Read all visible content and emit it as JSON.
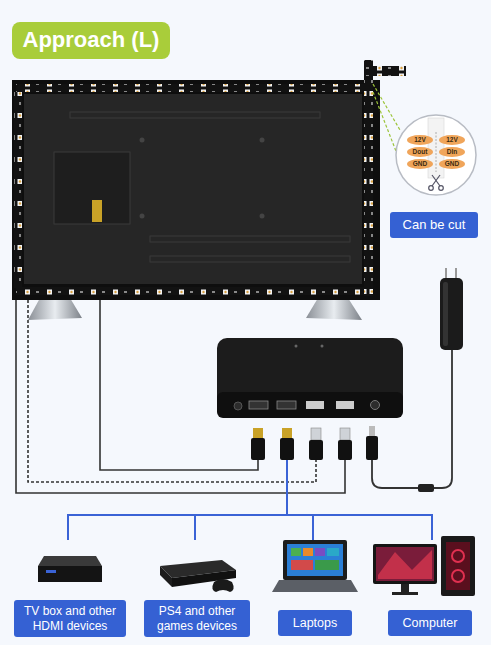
{
  "diagram": {
    "title": "Approach (L)",
    "nodes": [
      {
        "text": [
          "Can be cut"
        ]
      },
      {
        "text": [
          "TV box and other HDMI devices"
        ]
      },
      {
        "text": [
          "PS4 and other games devices"
        ]
      },
      {
        "text": [
          "Laptops"
        ]
      },
      {
        "text": [
          "Computer"
        ]
      }
    ],
    "labels": [
      "12V",
      "Dout",
      "GND",
      "12V",
      "DIn",
      "GND"
    ]
  }
}
